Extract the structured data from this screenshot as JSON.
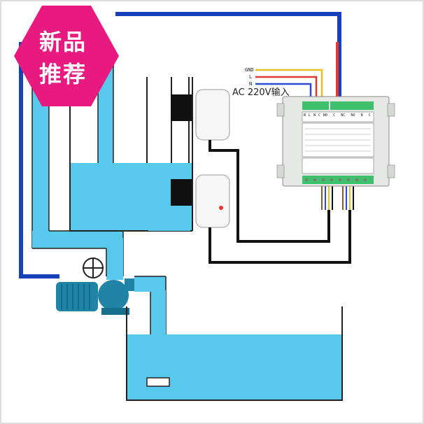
{
  "badge": {
    "line1": "新品",
    "line2": "推荐",
    "color": "#e8197f"
  },
  "power": {
    "label": "AC  220V输入",
    "wires": [
      "GND",
      "L",
      "N"
    ]
  },
  "controller": {
    "left_terminals": [
      "N",
      "L",
      "N",
      "C",
      "NO"
    ],
    "right_terminals": [
      "C",
      "NC",
      "NO",
      "N",
      "C"
    ],
    "colors": {
      "body": "#e6e8e6",
      "terminal": "#3dbf6b"
    }
  },
  "colors": {
    "water": "#58c8ec",
    "pipe_blue": "#1840b8",
    "wire_red": "#e03a2a",
    "wire_black": "#111111",
    "pump": "#1f84a6"
  }
}
